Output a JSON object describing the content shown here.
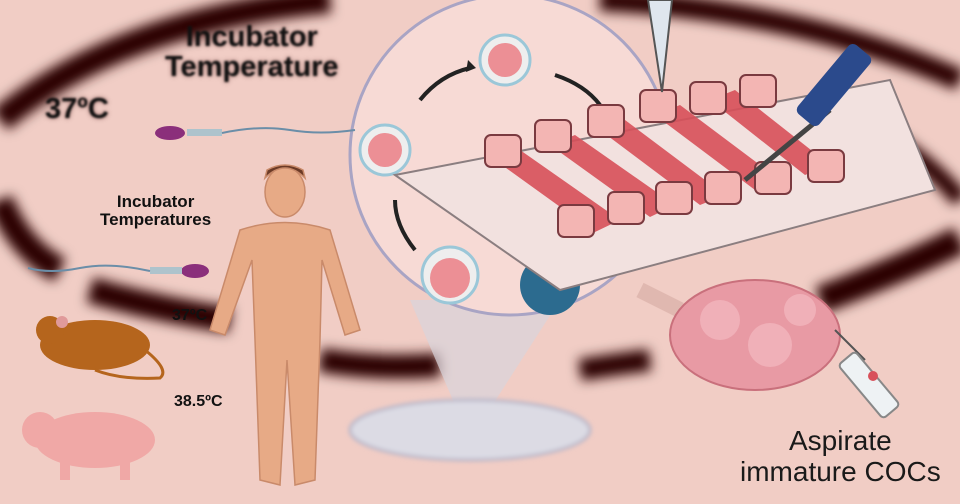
{
  "labels": {
    "incubator_title_line1": "Incubator",
    "incubator_title_line2": "Temperature",
    "temp_main": "37ºC",
    "incubator_sub_line1": "Incubator",
    "incubator_sub_line2": "Temperatures",
    "temp_mouse": "37ºC",
    "temp_pig": "38.5ºC",
    "aspirate_line1": "Aspirate",
    "aspirate_line2": "immature COCs"
  },
  "colors": {
    "background": "#f1cdc5",
    "dark_arc": "#2a0606",
    "skin": "#e7aa86",
    "tissue": "#e89aa4",
    "well_red": "#d8505a"
  }
}
